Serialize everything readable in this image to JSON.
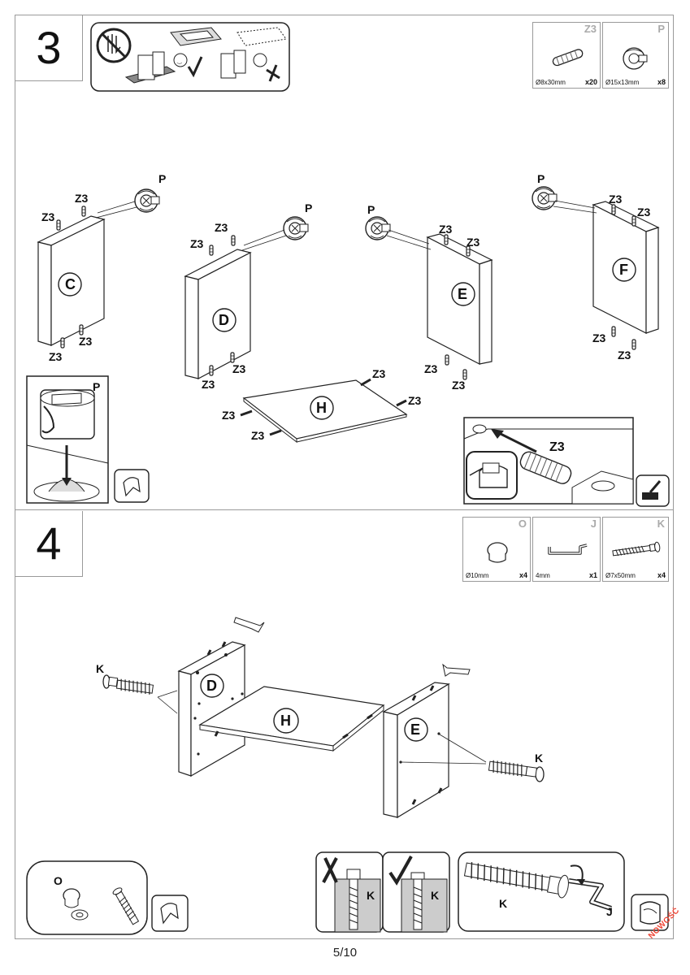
{
  "steps": [
    {
      "number": "3"
    },
    {
      "number": "4"
    }
  ],
  "step3": {
    "hardware": [
      {
        "code": "Z3",
        "dim": "Ø8x30mm",
        "qty": "x20",
        "icon": "dowel-icon"
      },
      {
        "code": "P",
        "dim": "Ø15x13mm",
        "qty": "x8",
        "icon": "cam-lock-icon"
      }
    ],
    "panels": {
      "c": "C",
      "d": "D",
      "e": "E",
      "f": "F",
      "h": "H"
    },
    "dowel_label": "Z3",
    "cam_label": "P"
  },
  "step4": {
    "hardware": [
      {
        "code": "O",
        "dim": "Ø10mm",
        "qty": "x4",
        "icon": "cap-icon"
      },
      {
        "code": "J",
        "dim": "4mm",
        "qty": "x1",
        "icon": "hex-key-icon"
      },
      {
        "code": "K",
        "dim": "Ø7x50mm",
        "qty": "x4",
        "icon": "confirmat-screw-icon"
      }
    ],
    "panels": {
      "d": "D",
      "e": "E",
      "h": "H"
    },
    "screw_label": "K",
    "cap_label": "O",
    "key_label": "J"
  },
  "footer": {
    "page": "5/10",
    "badge": "NOWOŚĆ"
  }
}
